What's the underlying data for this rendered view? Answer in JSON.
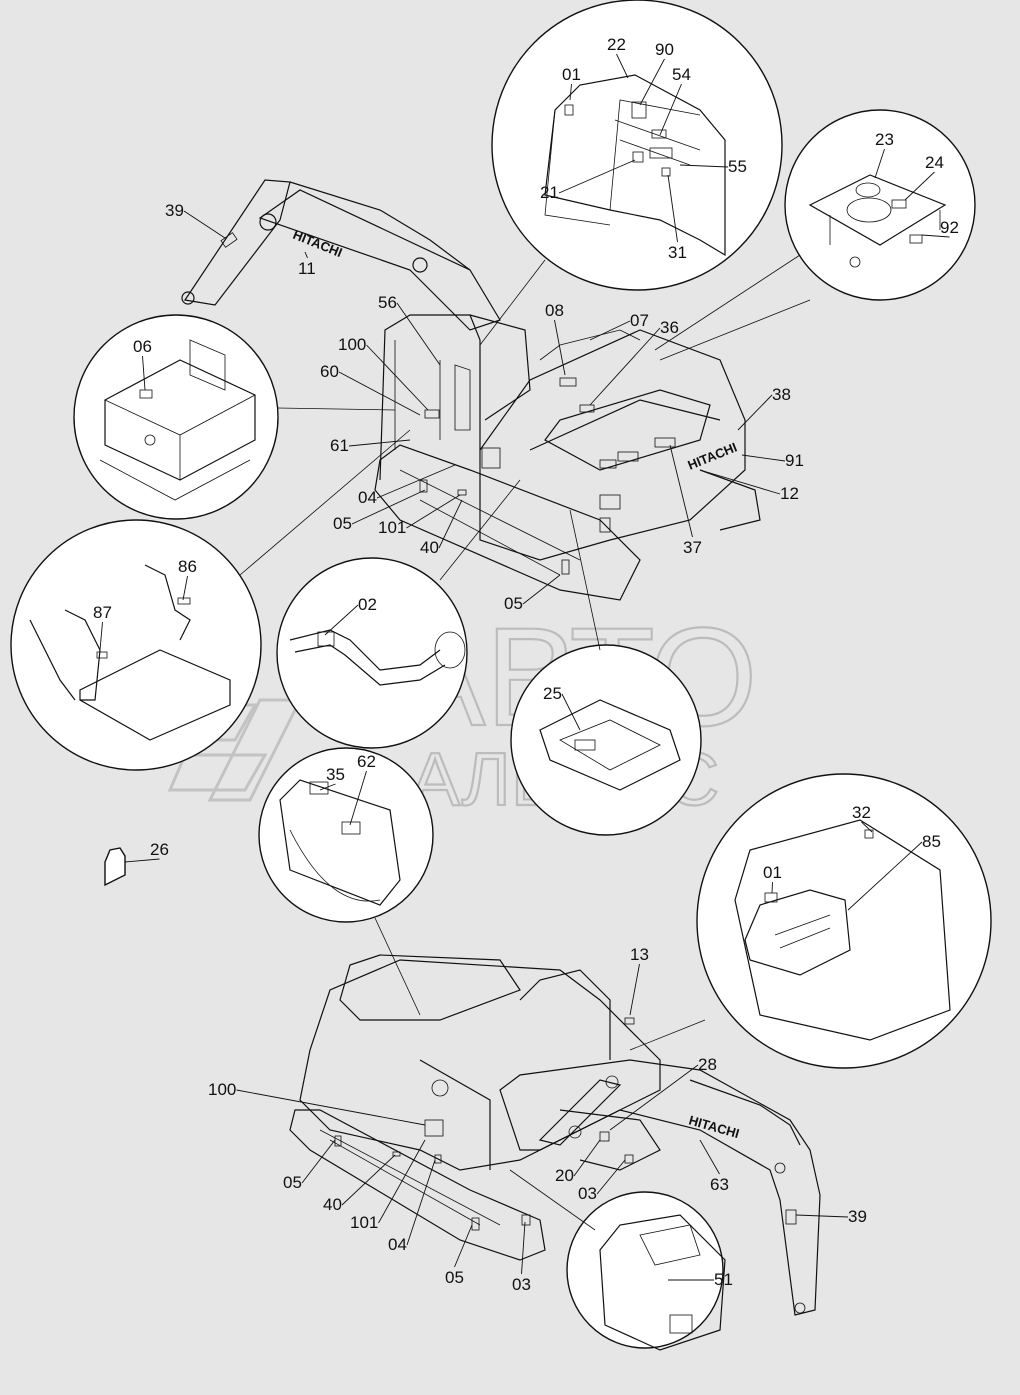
{
  "watermark": {
    "line1": "АВТО",
    "line2": "АЛЬЯНС"
  },
  "brand": "HITACHI",
  "labels": [
    "01",
    "22",
    "90",
    "54",
    "55",
    "21",
    "31",
    "23",
    "24",
    "92",
    "39",
    "11",
    "56",
    "08",
    "07",
    "36",
    "06",
    "100",
    "60",
    "61",
    "04",
    "05",
    "101",
    "40",
    "38",
    "91",
    "12",
    "37",
    "05",
    "86",
    "87",
    "02",
    "25",
    "35",
    "62",
    "26",
    "32",
    "85",
    "01",
    "13",
    "28",
    "100",
    "05",
    "40",
    "101",
    "04",
    "20",
    "03",
    "63",
    "39",
    "05",
    "03",
    "51"
  ]
}
